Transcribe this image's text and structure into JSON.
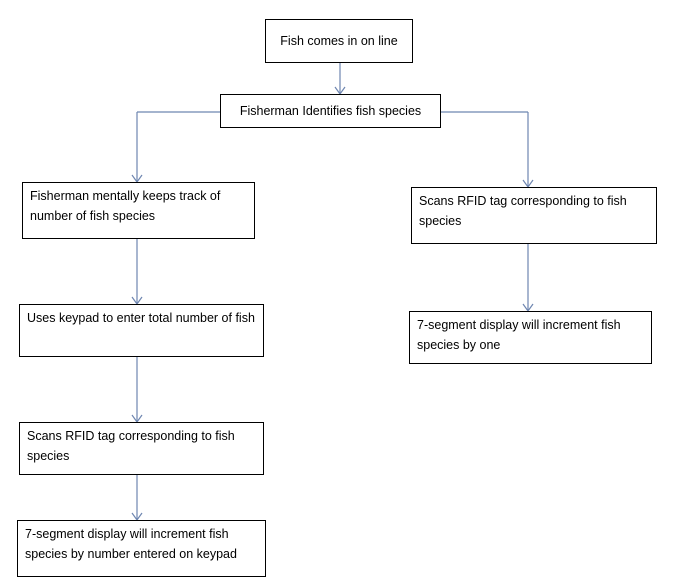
{
  "diagram": {
    "colors": {
      "connector": "#6e86b0",
      "box_border": "#000000",
      "box_fill": "#ffffff",
      "text": "#000000"
    },
    "nodes": {
      "fish_on_line": "Fish comes in on line",
      "identify_species": "Fisherman Identifies fish species",
      "mental_track": "Fisherman mentally keeps track of number of fish species",
      "keypad_total": "Uses keypad to enter total number of fish",
      "scan_left": "Scans RFID tag corresponding to fish species",
      "display_left": "7-segment display will increment fish species by number entered on keypad",
      "scan_right": "Scans RFID tag corresponding to fish species",
      "display_right": "7-segment display will increment fish species by one"
    }
  }
}
